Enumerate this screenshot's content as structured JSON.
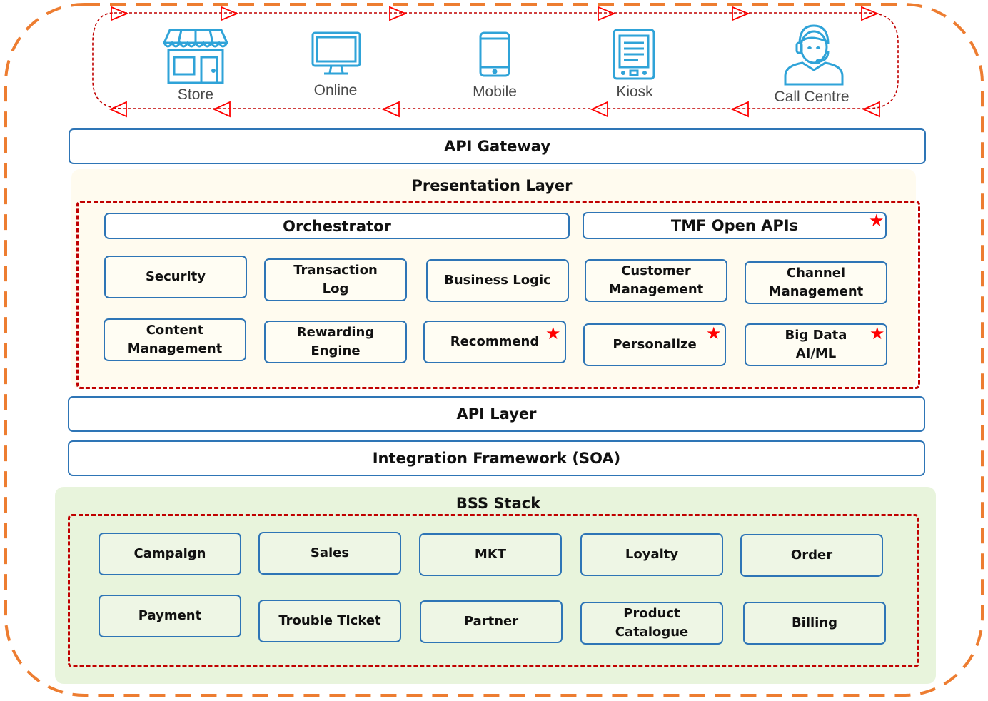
{
  "channels": [
    {
      "label": "Store",
      "icon": "store-icon"
    },
    {
      "label": "Online",
      "icon": "monitor-icon"
    },
    {
      "label": "Mobile",
      "icon": "mobile-icon"
    },
    {
      "label": "Kiosk",
      "icon": "kiosk-icon"
    },
    {
      "label": "Call Centre",
      "icon": "headset-agent-icon"
    }
  ],
  "api_gateway": "API Gateway",
  "presentation": {
    "title": "Presentation Layer",
    "orchestrator": "Orchestrator",
    "tmf": "TMF Open APIs",
    "row1": [
      "Security",
      "Transaction\nLog",
      "Business Logic",
      "Customer\nManagement",
      "Channel\nManagement"
    ],
    "row2": [
      "Content\nManagement",
      "Rewarding\nEngine",
      "Recommend",
      "Personalize",
      "Big Data\nAI/ML"
    ]
  },
  "api_layer": "API Layer",
  "integration": "Integration Framework (SOA)",
  "bss": {
    "title": "BSS Stack",
    "row1": [
      "Campaign",
      "Sales",
      "MKT",
      "Loyalty",
      "Order"
    ],
    "row2": [
      "Payment",
      "Trouble Ticket",
      "Partner",
      "Product\nCatalogue",
      "Billing"
    ]
  },
  "colors": {
    "outer_border": "#ed7d31",
    "box_border": "#2e75b6",
    "dashed_red": "#c00000",
    "star": "#ff0000",
    "icon": "#2fa3d8",
    "presentation_bg": "#fffbef",
    "bss_bg": "#e8f4dc"
  },
  "star_icon": "red-star-icon"
}
